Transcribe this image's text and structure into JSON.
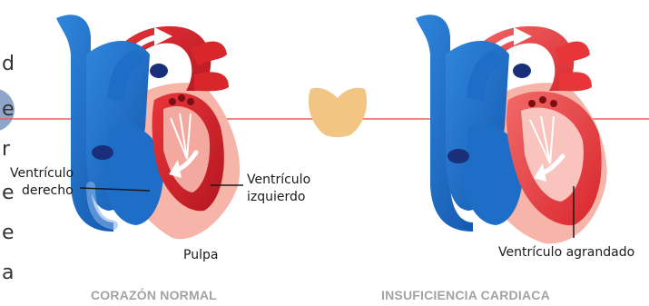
{
  "left_fragments": [
    "d",
    "e",
    "r",
    "e",
    "e",
    "a"
  ],
  "heart_normal": {
    "caption": "CORAZÓN NORMAL",
    "labels": {
      "right_ventricle_line1": "Ventrículo",
      "right_ventricle_line2": "derecho",
      "left_ventricle_line1": "Ventrículo",
      "left_ventricle_line2": "izquierdo",
      "pulp": "Pulpa"
    }
  },
  "heart_failure": {
    "caption": "INSUFICIENCIA CARDIACA",
    "labels": {
      "enlarged_ventricle": "Ventrículo agrandado"
    }
  },
  "colors": {
    "blue": "#1e6ec8",
    "red": "#d9262b",
    "pink_outline": "#f6b5a8",
    "center_icon": "#f2c585",
    "divider": "#e6645a"
  }
}
